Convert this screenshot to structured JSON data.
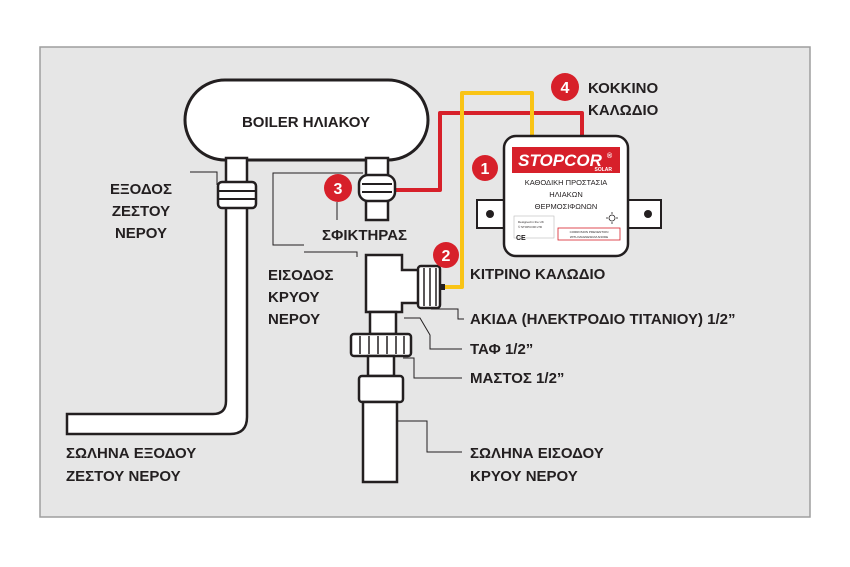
{
  "colors": {
    "panel_bg": "#e6e6e6",
    "panel_border": "#9e9e9e",
    "outline": "#231f20",
    "red": "#d7202a",
    "yellow": "#f9c416",
    "badge": "#d7202a"
  },
  "boiler": {
    "label": "BOILER ΗΛΙΑΚΟΥ"
  },
  "labels": {
    "hot_outlet": [
      "ΕΞΟΔΟΣ",
      "ΖΕΣΤΟΥ",
      "ΝΕΡΟΥ"
    ],
    "cold_inlet": [
      "ΕΙΣΟΔΟΣ",
      "ΚΡΥΟΥ",
      "ΝΕΡΟΥ"
    ],
    "clamp": "ΣΦΙΚΤΗΡΑΣ",
    "red_wire": [
      "ΚΟΚΚΙΝΟ",
      "ΚΑΛΩΔΙΟ"
    ],
    "yellow_wire": "ΚΙΤΡΙΝΟ ΚΑΛΩΔΙΟ",
    "anode": "ΑΚΙΔΑ (ΗΛΕΚΤΡΟΔΙΟ ΤΙΤΑΝΙΟΥ) 1/2”",
    "tee": "ΤΑΦ 1/2”",
    "nipple": "ΜΑΣΤΟΣ 1/2”",
    "hot_pipe": [
      "ΣΩΛΗΝΑ ΕΞΟΔΟΥ",
      "ΖΕΣΤΟΥ ΝΕΡΟΥ"
    ],
    "cold_pipe": [
      "ΣΩΛΗΝΑ ΕΙΣΟΔΟΥ",
      "ΚΡΥΟΥ ΝΕΡΟΥ"
    ]
  },
  "badges": {
    "b1": "1",
    "b2": "2",
    "b3": "3",
    "b4": "4"
  },
  "device": {
    "brand": "STOPCOR",
    "reg": "®",
    "subbrand": "SOLAR",
    "desc": [
      "ΚΑΘΟΔΙΚΗ ΠΡΟΣΤΑΣΙΑ",
      "ΗΛΙΑΚΩΝ",
      "ΘΕΡΜΟΣΙΦΩΝΩΝ"
    ],
    "ce": "CE",
    "small_left": [
      "Designed in the UK",
      "© STOPCOR LTD"
    ],
    "small_right": [
      "CORROSION PREVENTION",
      "WITH MAGNESIUM ANODE"
    ]
  }
}
